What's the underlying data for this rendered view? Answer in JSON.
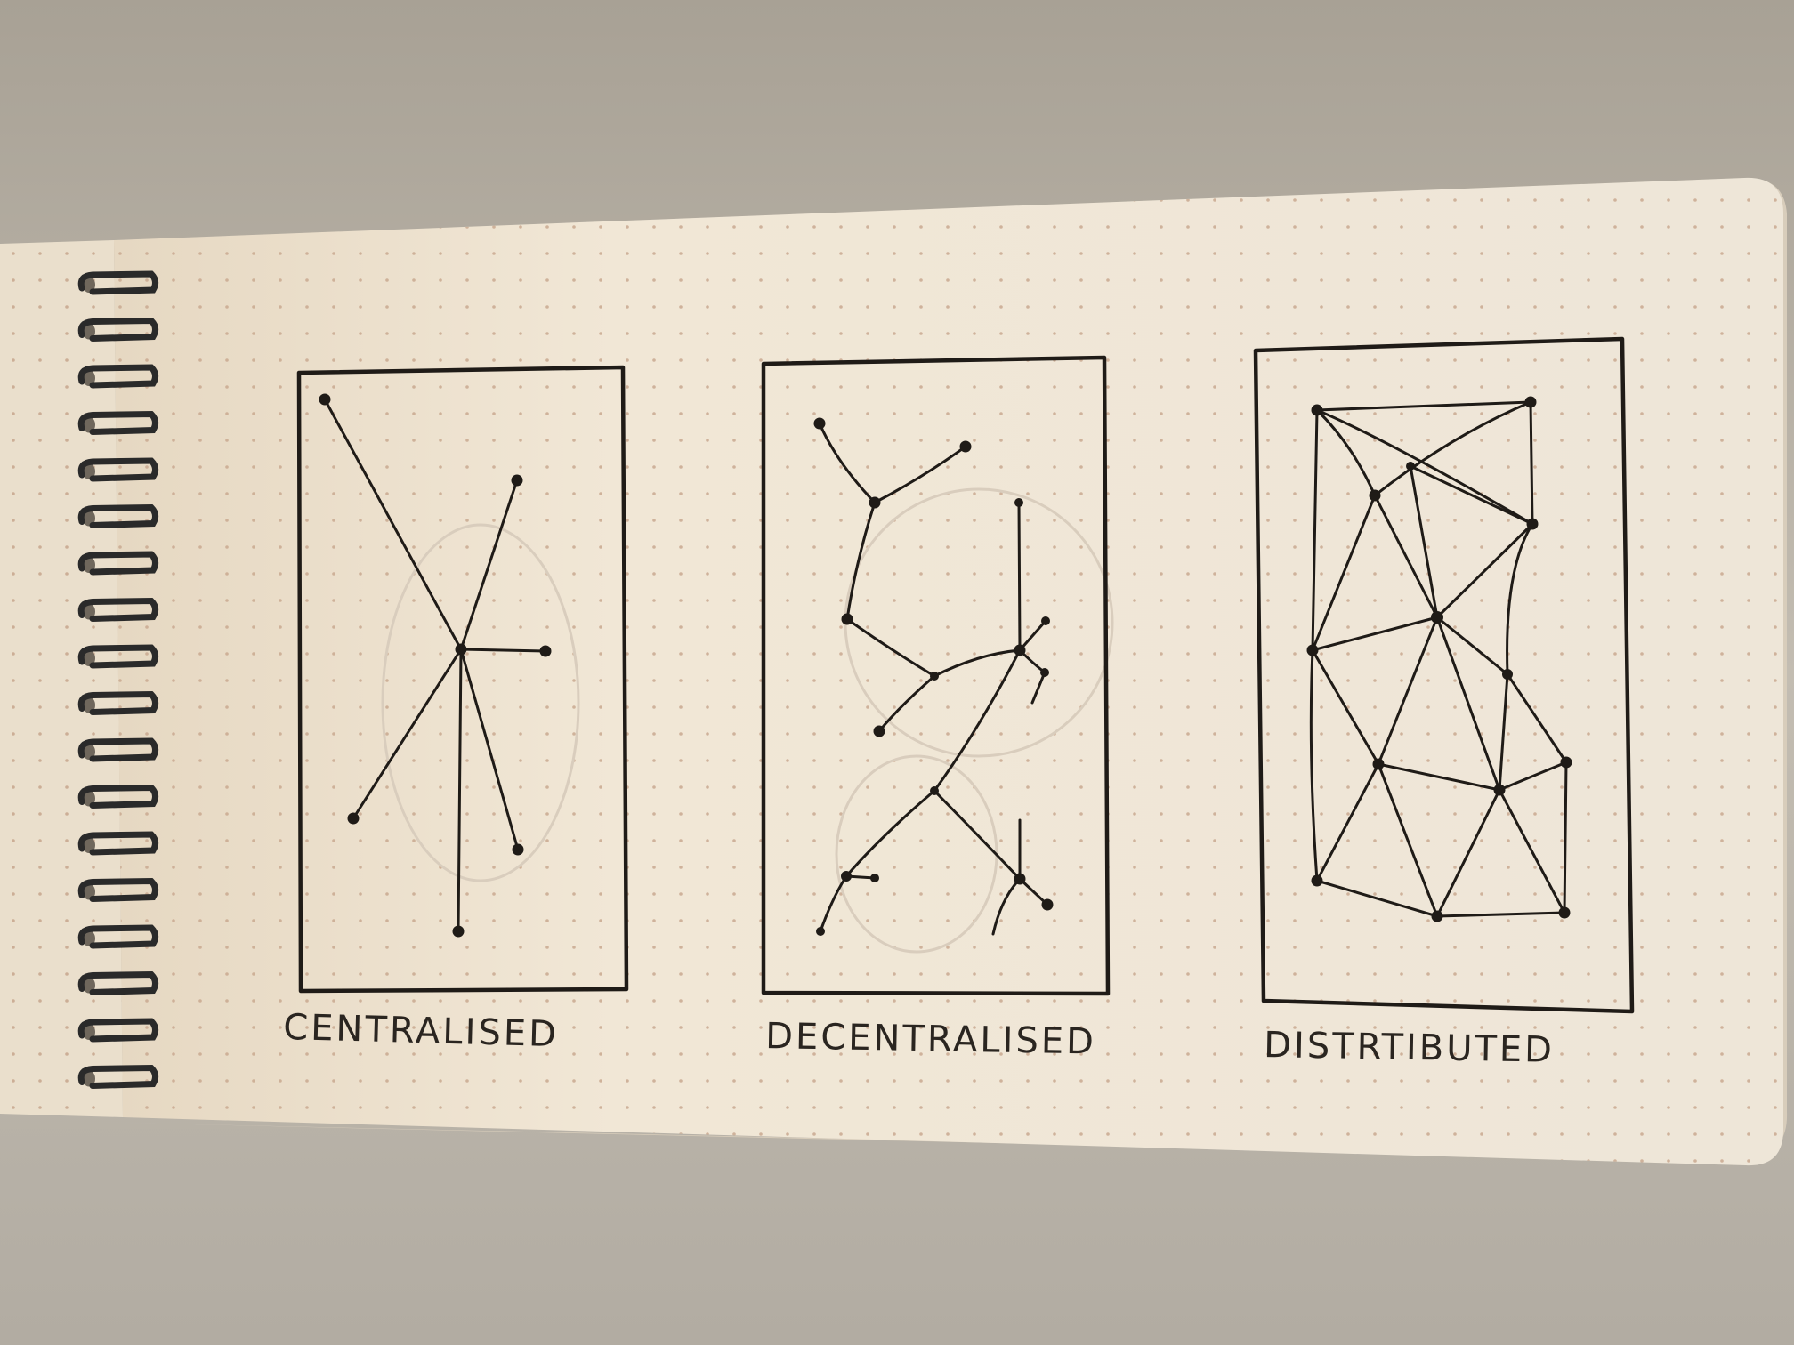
{
  "colors": {
    "background": "#b9b2a6",
    "paper": "#efe6d6",
    "ink": "#1f1b17",
    "dot": "#c9a990",
    "spiral": "#2a2a2a"
  },
  "icons": [
    "spiral-binding-icon"
  ],
  "diagrams": [
    {
      "id": "centralised",
      "label": "CENTRALISED",
      "node_count": 7
    },
    {
      "id": "decentralised",
      "label": "DECENTRALISED",
      "node_count": 16
    },
    {
      "id": "distributed",
      "label": "DISTRTIBUTED",
      "node_count": 14
    }
  ]
}
